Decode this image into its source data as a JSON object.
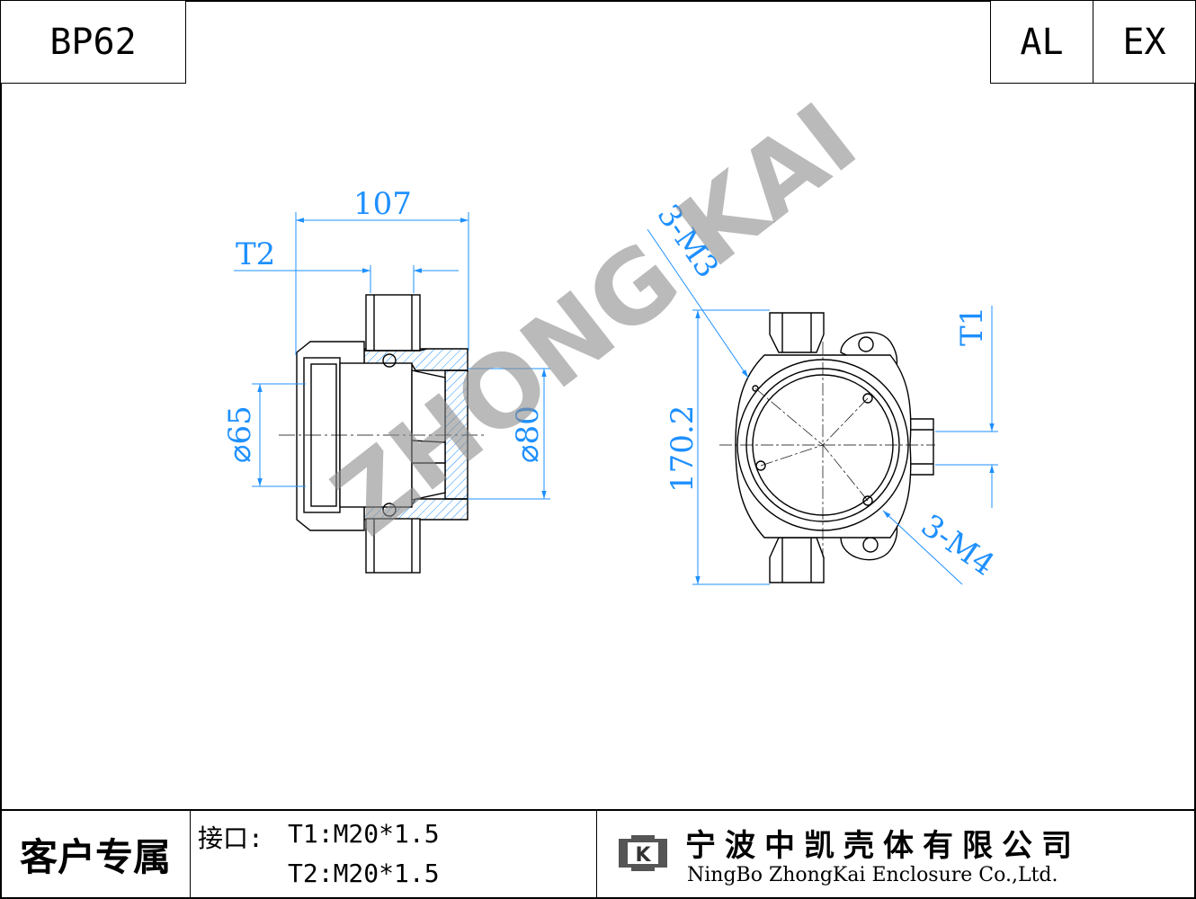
{
  "header": {
    "model": "BP62",
    "material": "AL",
    "rating": "EX"
  },
  "drawing": {
    "side_view": {
      "dim_width": "107",
      "dim_t2": "T2",
      "dim_d65": "⌀65",
      "dim_d80": "⌀80"
    },
    "front_view": {
      "dim_m3": "3-M3",
      "dim_t1": "T1",
      "dim_height": "170.2",
      "dim_m4": "3-M4"
    },
    "watermark": "ZHONG KAI",
    "colors": {
      "line": "#000000",
      "dim": "#1e90ff",
      "watermark": "#8c8c8c"
    }
  },
  "title_block": {
    "customer_label": "客户专属",
    "ports_label": "接口:",
    "port_t1": "T1:M20*1.5",
    "port_t2": "T2:M20*1.5",
    "company_cn": "宁波中凯壳体有限公司",
    "company_en": "NingBo ZhongKai Enclosure Co.,Ltd.",
    "logo_letter": "K"
  }
}
